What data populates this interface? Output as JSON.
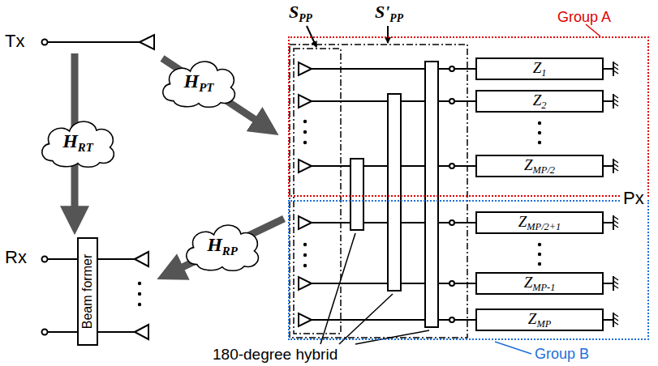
{
  "diagram": {
    "nodes": [
      {
        "text": [
          "Group A"
        ]
      },
      {
        "text": [
          "Z1"
        ],
        "in": 0
      },
      {
        "text": [
          "Z2"
        ],
        "in": 0
      },
      {
        "text": [
          "ZMP/2"
        ],
        "in": 0
      },
      {
        "text": [
          "Group B"
        ]
      },
      {
        "text": [
          "ZMP/2+1"
        ],
        "in": 4
      },
      {
        "text": [
          "ZMP-1"
        ],
        "in": 4
      },
      {
        "text": [
          "ZMP"
        ],
        "in": 4
      },
      {
        "text": [
          "Beam former"
        ]
      },
      {
        "text": [
          "HRT"
        ]
      },
      {
        "text": [
          "HPT"
        ]
      },
      {
        "text": [
          "HRP"
        ]
      }
    ],
    "labels": [
      "Tx",
      "Rx",
      "Px",
      "SPP",
      "S'PP",
      "180-degree hybrid"
    ]
  }
}
